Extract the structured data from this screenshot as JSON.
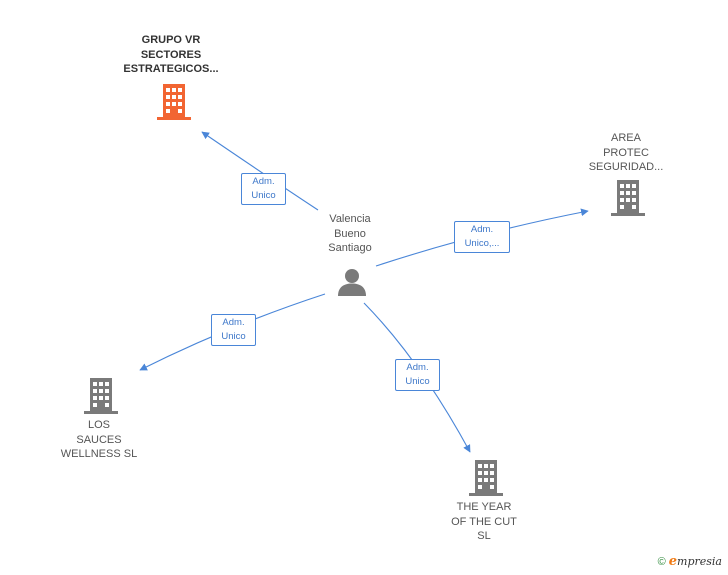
{
  "center": {
    "label": "Valencia\nBueno\nSantiago",
    "icon": "person-icon"
  },
  "companies": [
    {
      "id": "grupo-vr",
      "label": "GRUPO VR\nSECTORES\nESTRATEGICOS...",
      "highlight": true,
      "color": "#f26532",
      "icon": "building-icon"
    },
    {
      "id": "area-protec",
      "label": "AREA\nPROTEC\nSEGURIDAD...",
      "highlight": false,
      "color": "#7a7a7a",
      "icon": "building-icon"
    },
    {
      "id": "los-sauces",
      "label": "LOS\nSAUCES\nWELLNESS  SL",
      "highlight": false,
      "color": "#7a7a7a",
      "icon": "building-icon"
    },
    {
      "id": "the-year",
      "label": "THE YEAR\nOF THE CUT\nSL",
      "highlight": false,
      "color": "#7a7a7a",
      "icon": "building-icon"
    }
  ],
  "relations": [
    {
      "to": "grupo-vr",
      "label": "Adm.\nUnico"
    },
    {
      "to": "area-protec",
      "label": "Adm.\nUnico,..."
    },
    {
      "to": "los-sauces",
      "label": "Adm.\nUnico"
    },
    {
      "to": "the-year",
      "label": "Adm.\nUnico"
    }
  ],
  "colors": {
    "edge": "#4a86d8",
    "person": "#7a7a7a"
  },
  "footer": {
    "copyright": "©",
    "brand_initial": "e",
    "brand_rest": "mpresia"
  }
}
